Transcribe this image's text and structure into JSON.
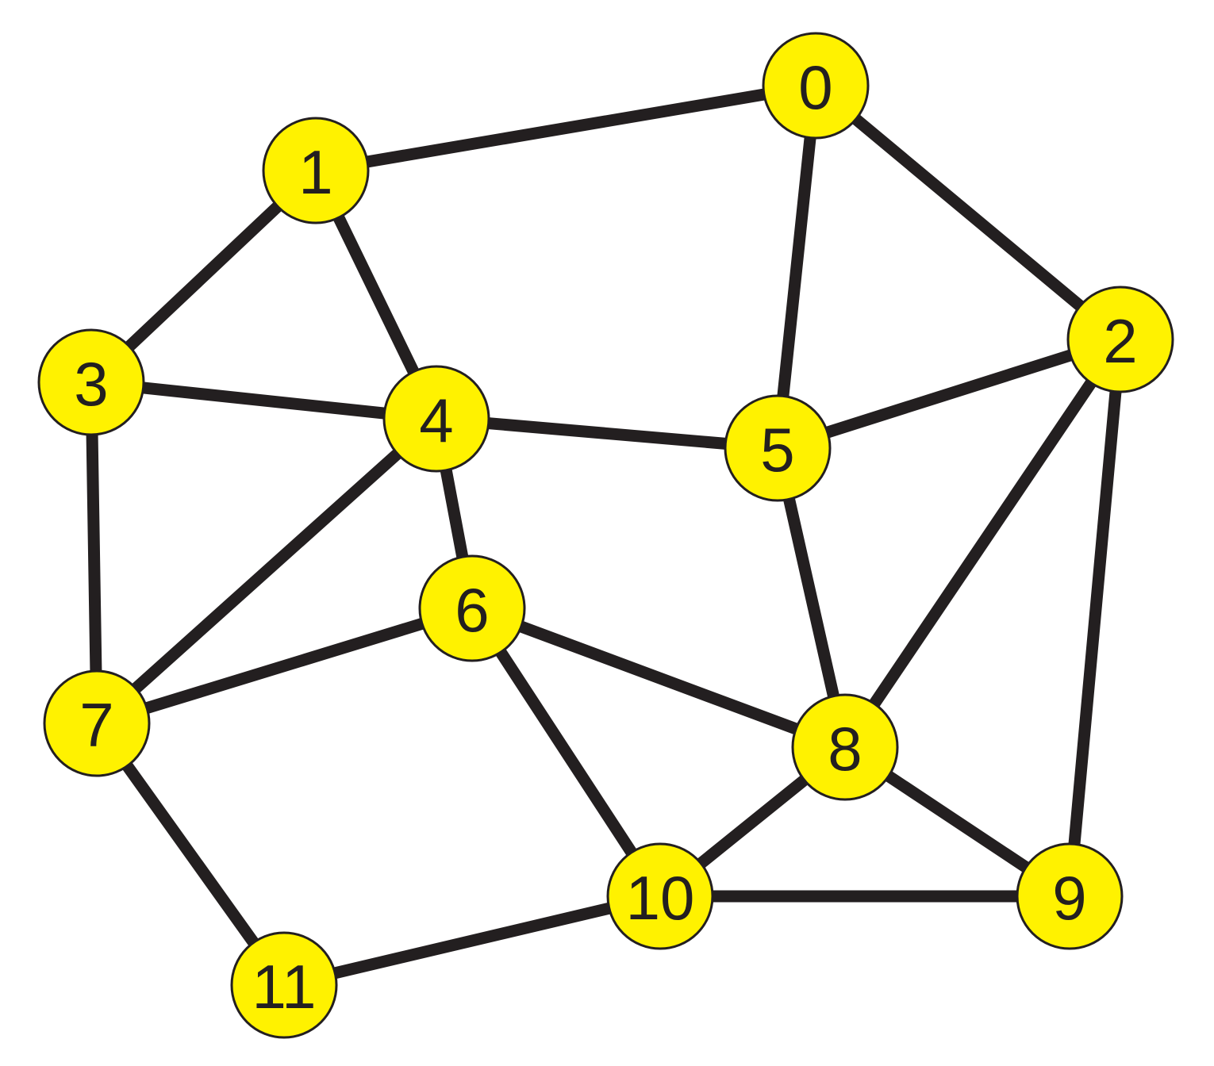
{
  "colors": {
    "node_fill": "#fff200",
    "stroke": "#231f20",
    "background": "#ffffff"
  },
  "nodes": [
    {
      "id": "0",
      "label": "0"
    },
    {
      "id": "1",
      "label": "1"
    },
    {
      "id": "2",
      "label": "2"
    },
    {
      "id": "3",
      "label": "3"
    },
    {
      "id": "4",
      "label": "4"
    },
    {
      "id": "5",
      "label": "5"
    },
    {
      "id": "6",
      "label": "6"
    },
    {
      "id": "7",
      "label": "7"
    },
    {
      "id": "8",
      "label": "8"
    },
    {
      "id": "9",
      "label": "9"
    },
    {
      "id": "10",
      "label": "10"
    },
    {
      "id": "11",
      "label": "11"
    }
  ],
  "edges": [
    [
      "1",
      "0"
    ],
    [
      "0",
      "5"
    ],
    [
      "0",
      "2"
    ],
    [
      "1",
      "3"
    ],
    [
      "1",
      "4"
    ],
    [
      "3",
      "4"
    ],
    [
      "3",
      "7"
    ],
    [
      "4",
      "5"
    ],
    [
      "4",
      "7"
    ],
    [
      "4",
      "6"
    ],
    [
      "2",
      "5"
    ],
    [
      "2",
      "8"
    ],
    [
      "2",
      "9"
    ],
    [
      "5",
      "8"
    ],
    [
      "6",
      "7"
    ],
    [
      "6",
      "8"
    ],
    [
      "6",
      "10"
    ],
    [
      "7",
      "11"
    ],
    [
      "8",
      "10"
    ],
    [
      "8",
      "9"
    ],
    [
      "10",
      "9"
    ],
    [
      "11",
      "10"
    ]
  ]
}
